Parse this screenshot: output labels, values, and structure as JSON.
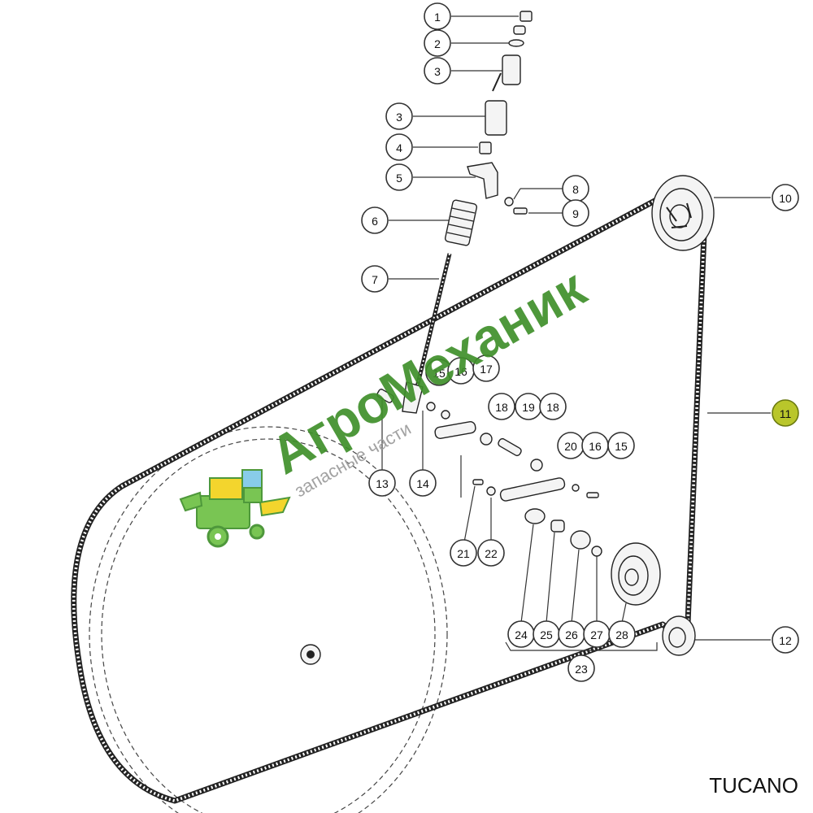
{
  "callouts": [
    {
      "label": "1"
    },
    {
      "label": "2"
    },
    {
      "label": "3"
    },
    {
      "label": "3"
    },
    {
      "label": "4"
    },
    {
      "label": "5"
    },
    {
      "label": "6"
    },
    {
      "label": "7"
    },
    {
      "label": "8"
    },
    {
      "label": "9"
    },
    {
      "label": "10"
    },
    {
      "label": "11"
    },
    {
      "label": "12"
    },
    {
      "label": "13"
    },
    {
      "label": "14"
    },
    {
      "label": "15"
    },
    {
      "label": "16"
    },
    {
      "label": "17"
    },
    {
      "label": "18"
    },
    {
      "label": "19"
    },
    {
      "label": "18"
    },
    {
      "label": "20"
    },
    {
      "label": "16"
    },
    {
      "label": "15"
    },
    {
      "label": "21"
    },
    {
      "label": "22"
    },
    {
      "label": "24"
    },
    {
      "label": "25"
    },
    {
      "label": "26"
    },
    {
      "label": "27"
    },
    {
      "label": "28"
    },
    {
      "label": "23"
    }
  ],
  "highlighted_callout": "11",
  "watermark": {
    "brand": "АгроМеханик",
    "tagline": "запасные части",
    "brand_color": "#3f8f2a",
    "tagline_color": "#9a9a9a",
    "icon": "combine-harvester-icon"
  },
  "model_label": "TUCANO",
  "colors": {
    "highlight": "#b9c62b",
    "line": "#222222"
  }
}
